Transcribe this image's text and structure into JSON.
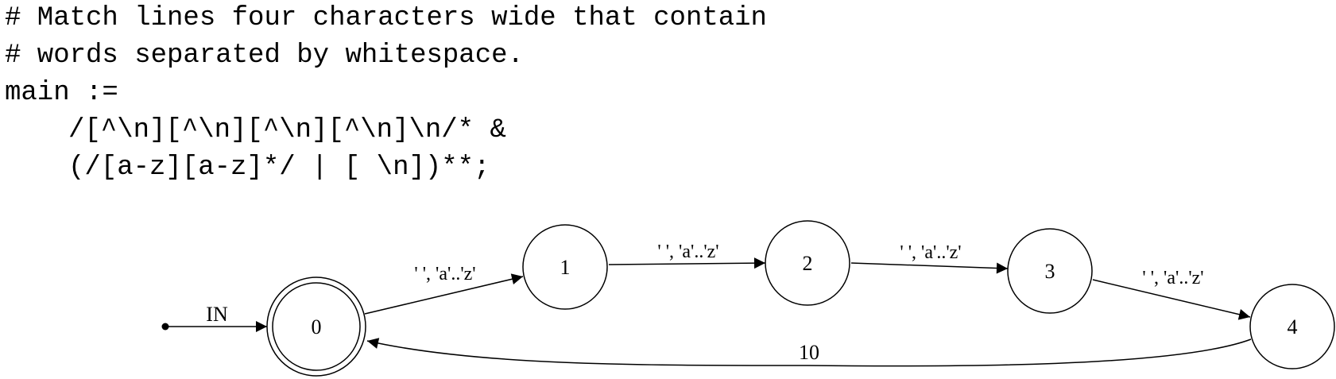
{
  "code": {
    "lines": [
      "# Match lines four characters wide that contain",
      "# words separated by whitespace.",
      "main :=",
      "/[^\\n][^\\n][^\\n][^\\n]\\n/* &",
      "(/[a-z][a-z]*/ | [ \\n])**;"
    ]
  },
  "diagram": {
    "start_label": "IN",
    "nodes": [
      {
        "label": "0",
        "accepting": true
      },
      {
        "label": "1",
        "accepting": false
      },
      {
        "label": "2",
        "accepting": false
      },
      {
        "label": "3",
        "accepting": false
      },
      {
        "label": "4",
        "accepting": false
      }
    ],
    "edges": [
      {
        "from": "0",
        "to": "1",
        "label": "' ', 'a'..'z'"
      },
      {
        "from": "1",
        "to": "2",
        "label": "' ', 'a'..'z'"
      },
      {
        "from": "2",
        "to": "3",
        "label": "' ', 'a'..'z'"
      },
      {
        "from": "3",
        "to": "4",
        "label": "' ', 'a'..'z'"
      },
      {
        "from": "4",
        "to": "0",
        "label": "10"
      }
    ]
  }
}
